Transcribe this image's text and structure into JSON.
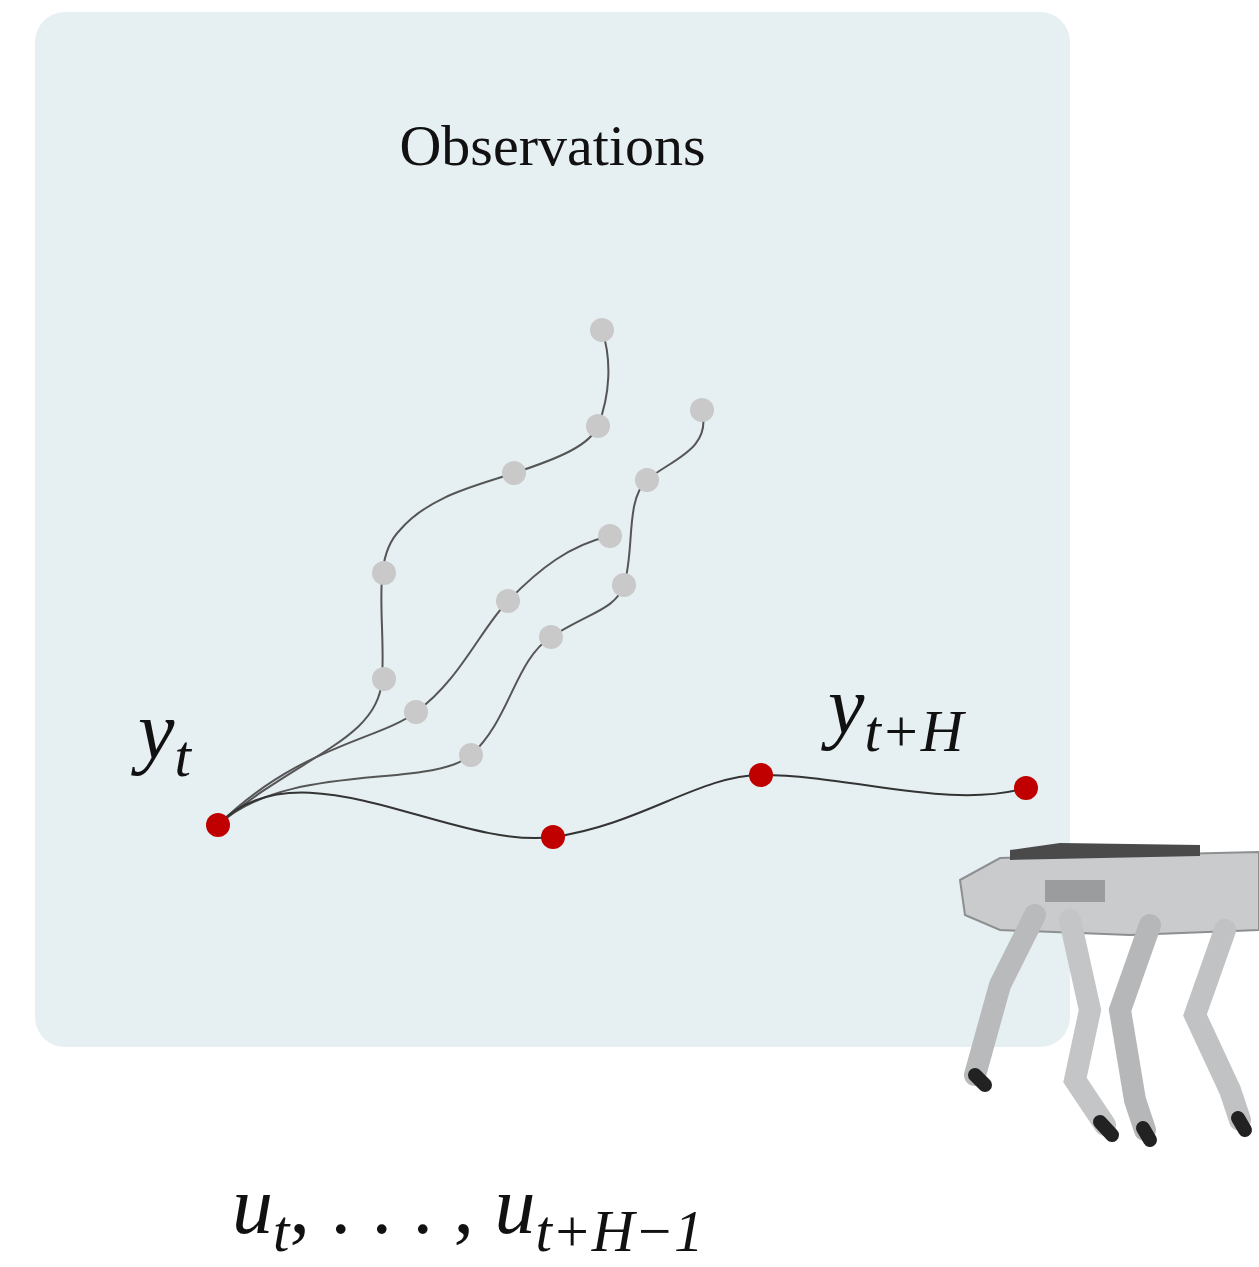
{
  "diagram": {
    "nodes": [
      {
        "text": [
          "Observations"
        ]
      }
    ],
    "labels": [
      "y",
      "t",
      "y",
      "t+H",
      "u",
      "t",
      ", . . . , ",
      "u",
      "t+H−1"
    ]
  }
}
